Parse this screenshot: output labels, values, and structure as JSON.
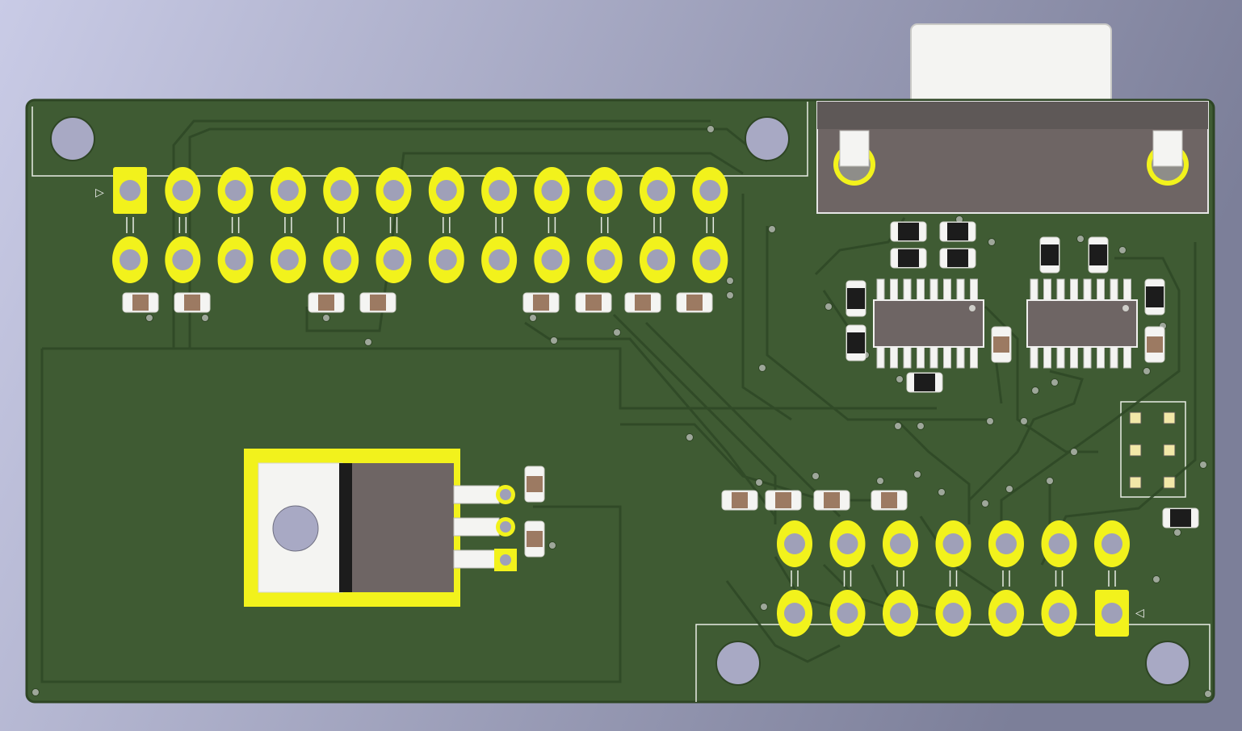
{
  "scene": {
    "kind": "3d-pcb-render",
    "board_color": "#3f5b33",
    "pad_color": "#f2f21c",
    "background_gradient": [
      "#c9cbe6",
      "#7c7f99"
    ]
  },
  "connectors": {
    "left_header": {
      "pin1_marker": "▷",
      "pins_per_row": 12,
      "rows": 2
    },
    "right_header": {
      "pin1_marker": "◁",
      "pins_per_row": 7,
      "rows": 2
    },
    "db_connector": {
      "icon": "db9-connector-icon"
    },
    "pin_header_2x3": {
      "icon": "pin-header-icon"
    }
  },
  "components": {
    "regulator": {
      "icon": "to220-regulator-icon",
      "leads": 3
    },
    "ic_left": {
      "icon": "soic16-chip-icon"
    },
    "ic_right": {
      "icon": "soic16-chip-icon"
    },
    "mounting_holes": 4
  }
}
